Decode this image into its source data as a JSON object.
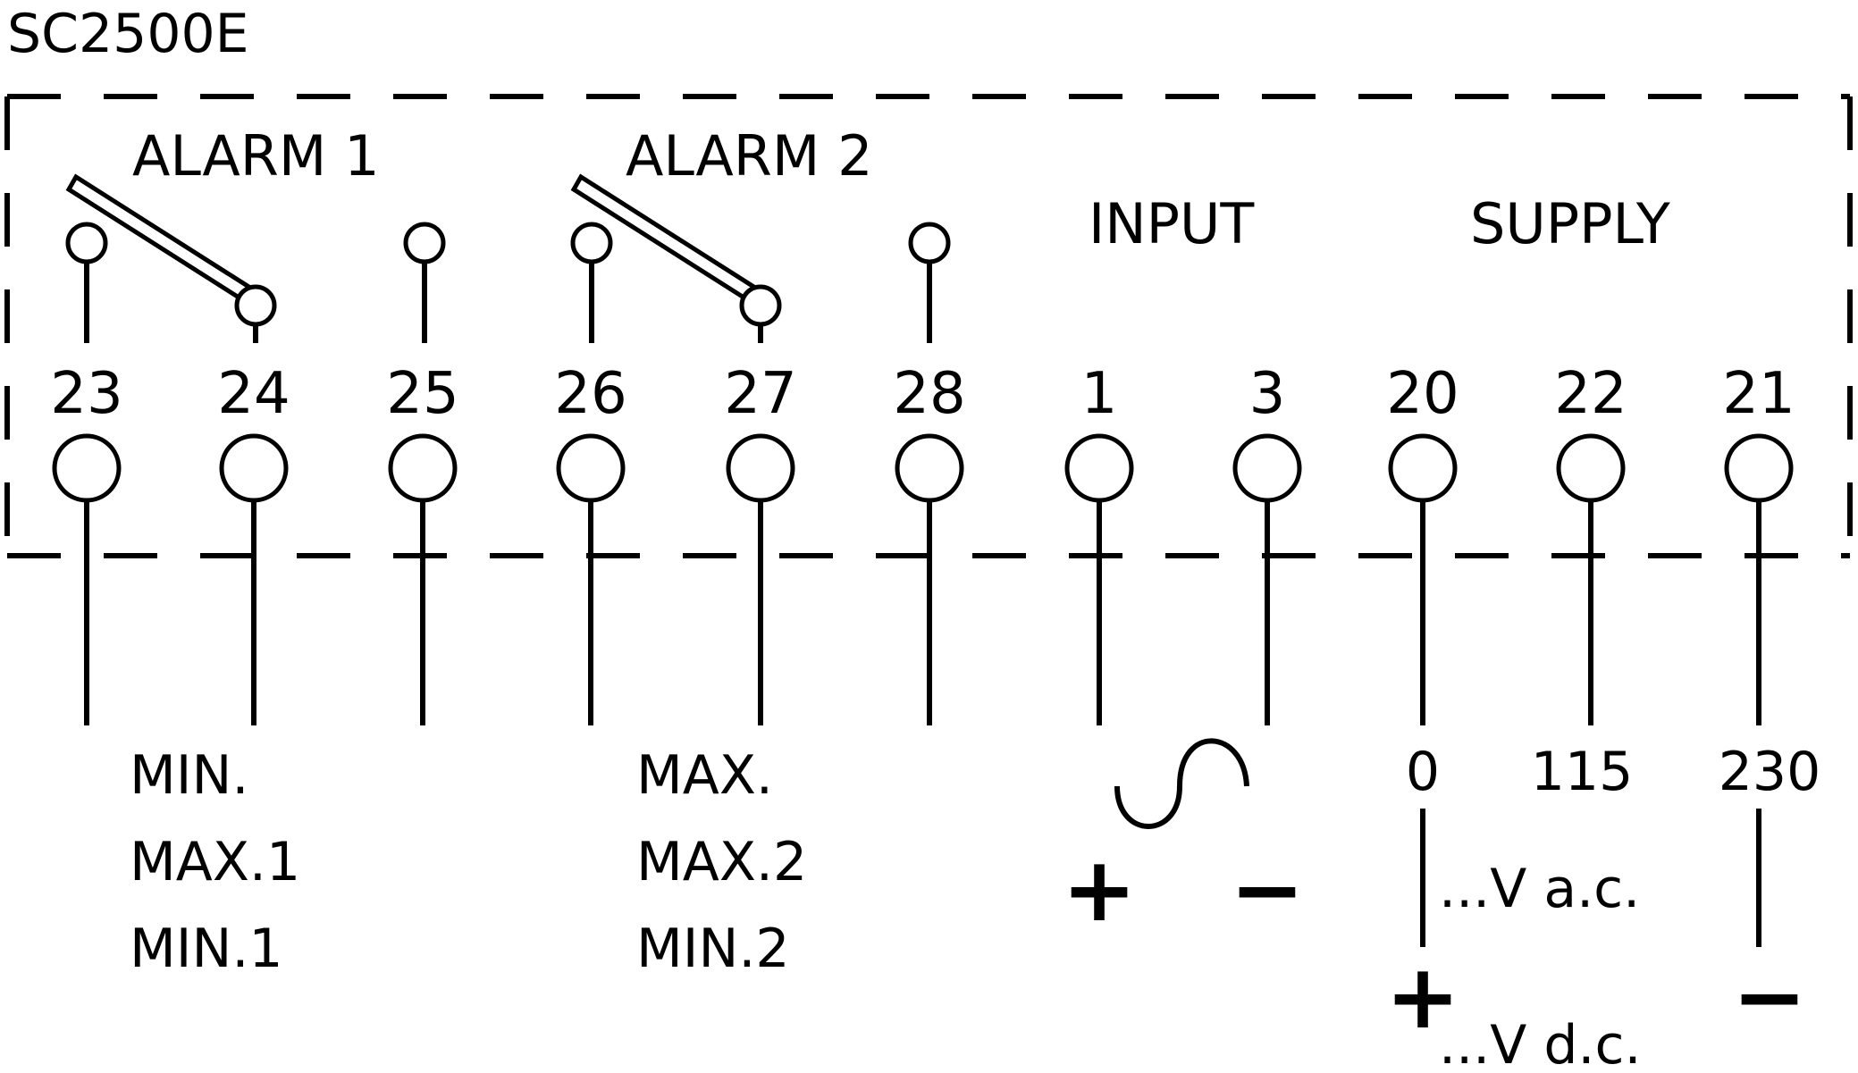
{
  "model": "SC2500E",
  "groups": {
    "alarm1": "ALARM 1",
    "alarm2": "ALARM 2",
    "input": "INPUT",
    "supply": "SUPPLY"
  },
  "terminals": [
    "23",
    "24",
    "25",
    "26",
    "27",
    "28",
    "1",
    "3",
    "20",
    "22",
    "21"
  ],
  "alarm1_modes": [
    "MIN.",
    "MAX.1",
    "MIN.1"
  ],
  "alarm2_modes": [
    "MAX.",
    "MAX.2",
    "MIN.2"
  ],
  "input": {
    "plus": "+",
    "minus": "−"
  },
  "supply": {
    "v0": "0",
    "v115": "115",
    "v230": "230",
    "vac": "...V a.c.",
    "vdc": "...V d.c.",
    "plus": "+",
    "minus": "−"
  }
}
